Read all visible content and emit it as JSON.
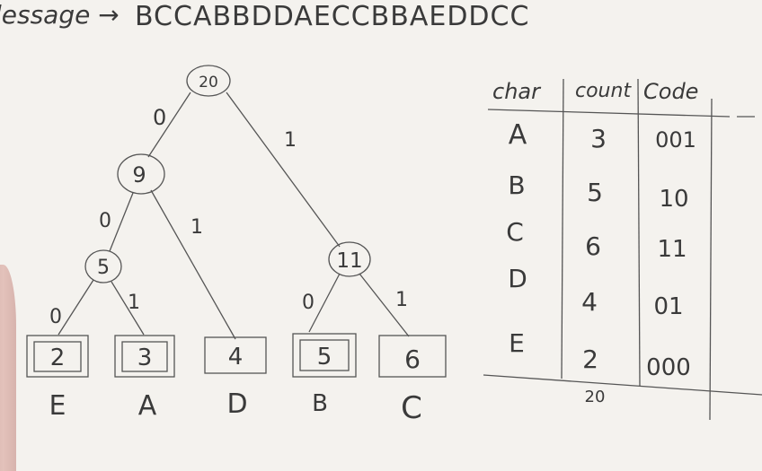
{
  "message": {
    "label": "lessage →",
    "text": "BCCABBDDAECCBBAEDDCC"
  },
  "tree": {
    "internal": [
      "20",
      "9",
      "5",
      "11"
    ],
    "edges": [
      "0",
      "1",
      "0",
      "1",
      "0",
      "1",
      "0",
      "1"
    ],
    "leaves": [
      {
        "count": "2",
        "char": "E"
      },
      {
        "count": "3",
        "char": "A"
      },
      {
        "count": "4",
        "char": "D"
      },
      {
        "count": "5",
        "char": "B"
      },
      {
        "count": "6",
        "char": "C"
      }
    ]
  },
  "table": {
    "headers": [
      "char",
      "count",
      "Code"
    ],
    "rows": [
      {
        "char": "A",
        "count": "3",
        "code": "001"
      },
      {
        "char": "B",
        "count": "5",
        "code": "10"
      },
      {
        "char": "C",
        "count": "6",
        "code": "11"
      },
      {
        "char": "D",
        "count": "4",
        "code": "01"
      },
      {
        "char": "E",
        "count": "2",
        "code": "000"
      }
    ],
    "total": "20"
  },
  "colors": {
    "background": "#f4f2ee",
    "ink": "#3a3a3a"
  }
}
